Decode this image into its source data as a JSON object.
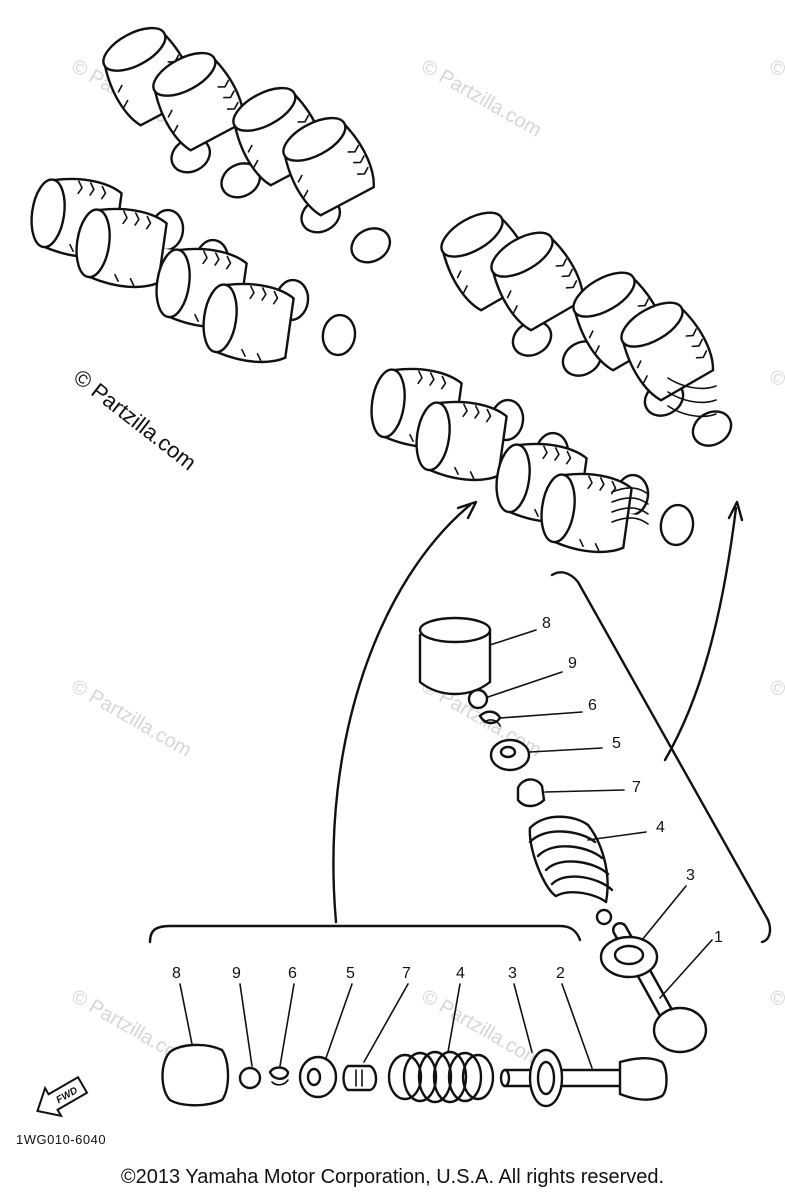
{
  "watermark": {
    "text": "© Partzilla.com"
  },
  "callouts": {
    "assembly": [
      "8",
      "9",
      "6",
      "5",
      "7",
      "4",
      "3",
      "1"
    ],
    "exploded": [
      "8",
      "9",
      "6",
      "5",
      "7",
      "4",
      "3",
      "2"
    ]
  },
  "direction_label": "FWD",
  "diagram_code": "1WG010-6040",
  "copyright": "©2013 Yamaha Motor Corporation, U.S.A. All rights reserved."
}
